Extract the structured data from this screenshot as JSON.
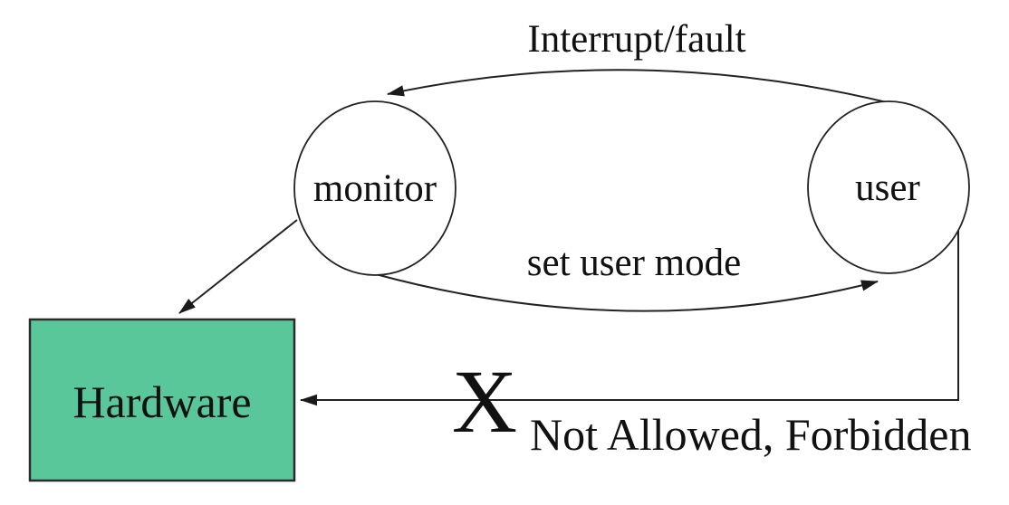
{
  "diagram": {
    "nodes": {
      "monitor_label": "monitor",
      "user_label": "user",
      "hardware_label": "Hardware"
    },
    "edges": {
      "interrupt_fault_label": "Interrupt/fault",
      "set_user_mode_label": "set user mode"
    },
    "forbidden": {
      "x_mark": "X",
      "caption": "Not Allowed, Forbidden"
    },
    "colors": {
      "hardware_fill": "#5AC79B",
      "hardware_border": "#2b2b2b",
      "line": "#222222",
      "forbidden_x": "#E8391B",
      "text": "#111111"
    }
  }
}
